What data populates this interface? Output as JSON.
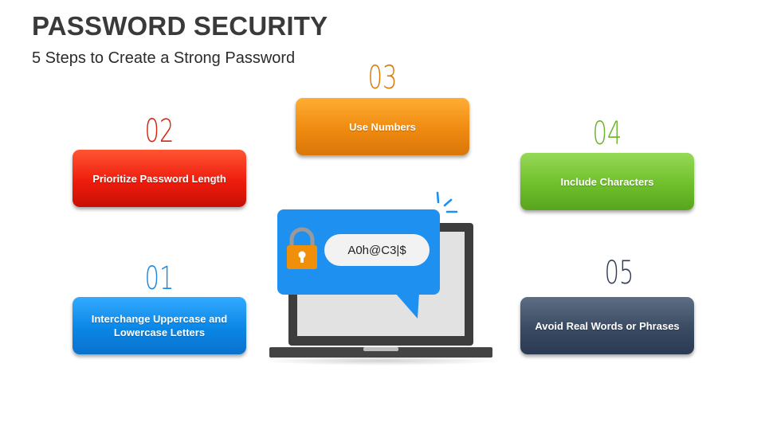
{
  "header": {
    "title": "PASSWORD SECURITY",
    "subtitle": "5 Steps to Create a Strong Password"
  },
  "steps": [
    {
      "number": "01",
      "label": "Interchange Uppercase and Lowercase Letters",
      "color": "#0a86e6"
    },
    {
      "number": "02",
      "label": "Prioritize Password Length",
      "color": "#ee1c0c"
    },
    {
      "number": "03",
      "label": "Use Numbers",
      "color": "#f08a10"
    },
    {
      "number": "04",
      "label": "Include Characters",
      "color": "#6fbf2c"
    },
    {
      "number": "05",
      "label": "Avoid Real Words or Phrases",
      "color": "#3a4a62"
    }
  ],
  "illustration": {
    "password_text": "A0h@C3|$",
    "icons": [
      "laptop-icon",
      "speech-bubble-icon",
      "padlock-icon"
    ],
    "bubble_color": "#1e90f0",
    "lock_color": "#f0900a"
  }
}
